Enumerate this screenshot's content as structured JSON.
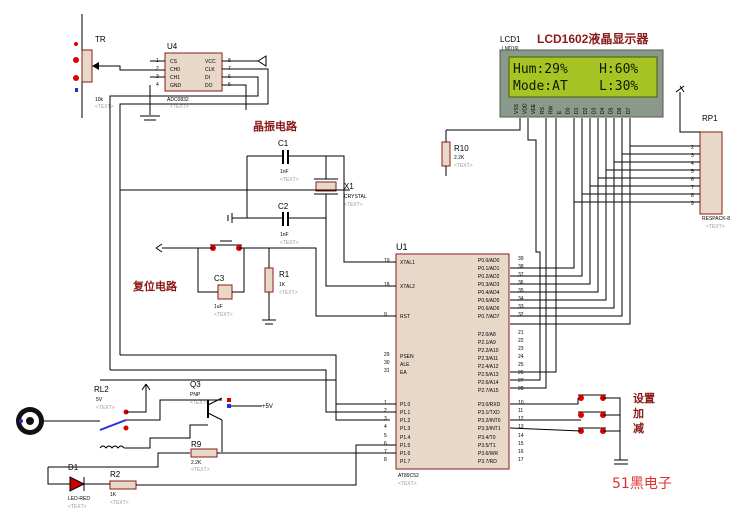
{
  "titles": {
    "lcd": "LCD1602液晶显示器",
    "osc": "晶振电路",
    "reset": "复位电路",
    "buttons": "设置\n加\n减",
    "watermark": "51黑电子"
  },
  "lcd": {
    "ref": "LCD1",
    "model": "LM016L",
    "line1": "Hum:29%    H:60%",
    "line2": "Mode:AT    L:30%",
    "pins": [
      "VSS",
      "VDD",
      "VEE",
      "RS",
      "RW",
      "E",
      "D0",
      "D1",
      "D2",
      "D3",
      "D4",
      "D5",
      "D6",
      "D7"
    ]
  },
  "adc": {
    "ref": "U4",
    "model": "ADC0832",
    "pins_left": [
      "CS",
      "CH0",
      "CH1",
      "GND"
    ],
    "pins_right": [
      "VCC",
      "CLK",
      "DI",
      "DO"
    ],
    "nums_left": [
      "1",
      "2",
      "3",
      "4"
    ],
    "nums_right": [
      "8",
      "7",
      "6",
      "5"
    ]
  },
  "pot": {
    "ref": "TR",
    "value": "10k"
  },
  "mcu": {
    "ref": "U1",
    "model": "AT89C52",
    "left": [
      {
        "n": "19",
        "l": "XTAL1"
      },
      {
        "n": "18",
        "l": "XTAL2"
      },
      {
        "n": "9",
        "l": "RST"
      },
      {
        "n": "29",
        "l": "PSEN"
      },
      {
        "n": "30",
        "l": "ALE"
      },
      {
        "n": "31",
        "l": "EA"
      },
      {
        "n": "1",
        "l": "P1.0"
      },
      {
        "n": "2",
        "l": "P1.1"
      },
      {
        "n": "3",
        "l": "P1.2"
      },
      {
        "n": "4",
        "l": "P1.3"
      },
      {
        "n": "5",
        "l": "P1.4"
      },
      {
        "n": "6",
        "l": "P1.5"
      },
      {
        "n": "7",
        "l": "P1.6"
      },
      {
        "n": "8",
        "l": "P1.7"
      }
    ],
    "right": [
      {
        "n": "39",
        "l": "P0.0/AD0"
      },
      {
        "n": "38",
        "l": "P0.1/AD1"
      },
      {
        "n": "37",
        "l": "P0.2/AD2"
      },
      {
        "n": "36",
        "l": "P0.3/AD3"
      },
      {
        "n": "35",
        "l": "P0.4/AD4"
      },
      {
        "n": "34",
        "l": "P0.5/AD5"
      },
      {
        "n": "33",
        "l": "P0.6/AD6"
      },
      {
        "n": "32",
        "l": "P0.7/AD7"
      },
      {
        "n": "21",
        "l": "P2.0/A8"
      },
      {
        "n": "22",
        "l": "P2.1/A9"
      },
      {
        "n": "23",
        "l": "P2.2/A10"
      },
      {
        "n": "24",
        "l": "P2.3/A11"
      },
      {
        "n": "25",
        "l": "P2.4/A12"
      },
      {
        "n": "26",
        "l": "P2.5/A13"
      },
      {
        "n": "27",
        "l": "P2.6/A14"
      },
      {
        "n": "28",
        "l": "P2.7/A15"
      },
      {
        "n": "10",
        "l": "P3.0/RXD"
      },
      {
        "n": "11",
        "l": "P3.1/TXD"
      },
      {
        "n": "12",
        "l": "P3.2/INT0"
      },
      {
        "n": "13",
        "l": "P3.3/INT1"
      },
      {
        "n": "14",
        "l": "P3.4/T0"
      },
      {
        "n": "15",
        "l": "P3.5/T1"
      },
      {
        "n": "16",
        "l": "P3.6/WR"
      },
      {
        "n": "17",
        "l": "P3.7/RD"
      }
    ]
  },
  "parts": {
    "c1": {
      "ref": "C1",
      "value": "1nF"
    },
    "c2": {
      "ref": "C2",
      "value": "1nF"
    },
    "x1": {
      "ref": "X1",
      "value": "CRYSTAL"
    },
    "c3": {
      "ref": "C3",
      "value": "1uF"
    },
    "r1": {
      "ref": "R1",
      "value": "1K"
    },
    "r10": {
      "ref": "R10",
      "value": "2.2K"
    },
    "rp1": {
      "ref": "RP1",
      "value": "RESPACK-8",
      "pins": [
        "2",
        "3",
        "4",
        "5",
        "6",
        "7",
        "8",
        "9"
      ]
    },
    "rl2": {
      "ref": "RL2",
      "value": "5V"
    },
    "q3": {
      "ref": "Q3",
      "value": "PNP"
    },
    "r9": {
      "ref": "R9",
      "value": "2.2K"
    },
    "d1": {
      "ref": "D1",
      "value": "LED-RED"
    },
    "r2": {
      "ref": "R2",
      "value": "1K"
    },
    "vcc": "+5V",
    "text_tag": "<TEXT>"
  }
}
